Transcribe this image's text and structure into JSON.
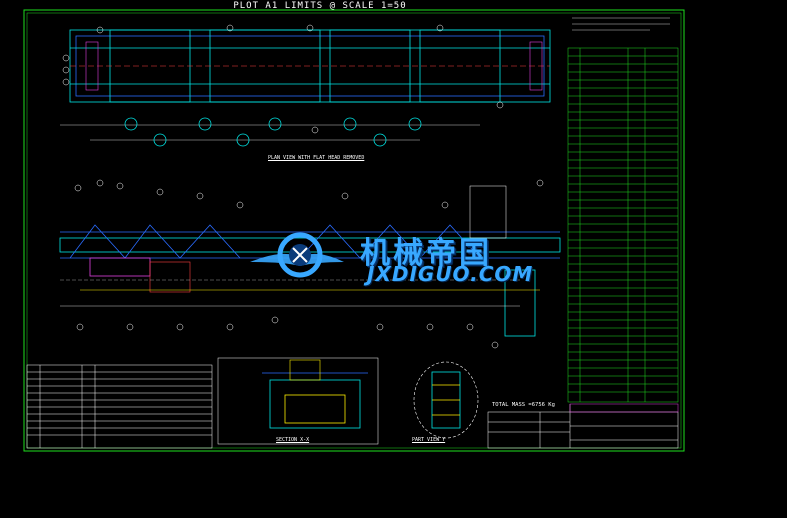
{
  "plot_title": "PLOT A1 LIMITS @ SCALE 1=50",
  "watermark": {
    "name": "机械帝国",
    "url": "JXDIGUO.COM"
  },
  "views": {
    "plan_view": "PLAN VIEW WITH FLAT HEAD REMOVED",
    "section": "SECTION X-X",
    "part_view": "PART VIEW Y"
  },
  "total_mass": "TOTAL MASS =6756 Kg",
  "colors": {
    "border": "#1ee01e",
    "structure": "#00e5e5",
    "members": "#2a6cff",
    "details": "#ffee00",
    "annotation": "#ffffff",
    "hatch": "#e040e0",
    "watermark": "#38a8ff"
  }
}
